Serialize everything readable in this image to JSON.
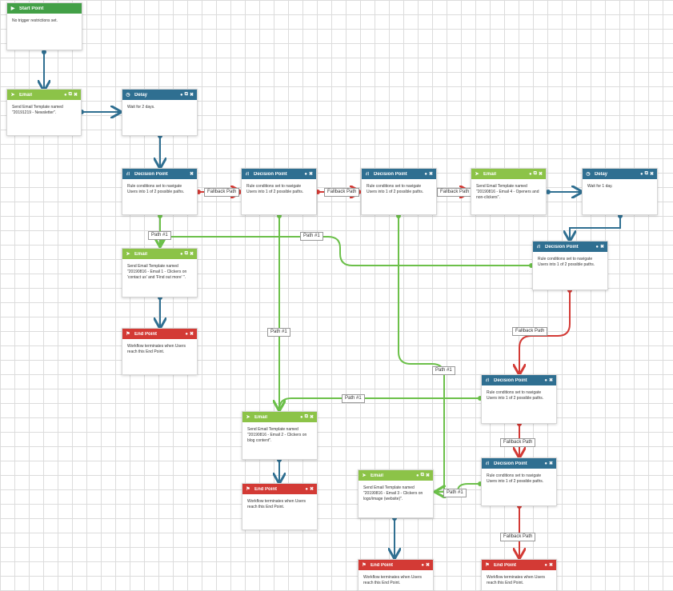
{
  "colors": {
    "email": "#8cc348",
    "delay": "#2f6f91",
    "decision": "#2f6f91",
    "end": "#d33a35",
    "start": "#43a047",
    "blue_wire": "#2f6f91",
    "green_wire": "#6cc04a",
    "red_wire": "#d33a35"
  },
  "nodes": {
    "start": {
      "title": "Start Point",
      "body": "No trigger restrictions set.",
      "icon": "play-icon"
    },
    "email1": {
      "title": "Email",
      "body": "Send Email Template named \"20191219 - Newsletter\".",
      "icon": "send-icon"
    },
    "delay1": {
      "title": "Delay",
      "body": "Wait for 2 days.",
      "icon": "clock-icon"
    },
    "dp1": {
      "title": "Decision Point",
      "body": "Rule conditions set to navigate Users into 1 of 2 possible paths.",
      "icon": "sitemap-icon"
    },
    "dp2": {
      "title": "Decision Point",
      "body": "Rule conditions set to navigate Users into 1 of 2 possible paths.",
      "icon": "sitemap-icon"
    },
    "dp3": {
      "title": "Decision Point",
      "body": "Rule conditions set to navigate Users into 1 of 2 possible paths.",
      "icon": "sitemap-icon"
    },
    "email4": {
      "title": "Email",
      "body": "Send Email Template named \"20190816 - Email 4 - Openers and non-clickers\".",
      "icon": "send-icon"
    },
    "delay2": {
      "title": "Delay",
      "body": "Wait for 1 day.",
      "icon": "clock-icon"
    },
    "emailA": {
      "title": "Email",
      "body": "Send Email Template named \"20190816 - Email 1 - Clickers on 'contact us' and 'Find out more' \".",
      "icon": "send-icon"
    },
    "dp4": {
      "title": "Decision Point",
      "body": "Rule conditions set to navigate Users into 1 of 2 possible paths.",
      "icon": "sitemap-icon"
    },
    "end1": {
      "title": "End Point",
      "body": "Workflow terminates when Users reach this End Point.",
      "icon": "flag-icon"
    },
    "dp5": {
      "title": "Decision Point",
      "body": "Rule conditions set to navigate Users into 1 of 2 possible paths.",
      "icon": "sitemap-icon"
    },
    "email2": {
      "title": "Email",
      "body": "Send Email Template named \"20190816 - Email 2 - Clickers on blog content\".",
      "icon": "send-icon"
    },
    "dp6": {
      "title": "Decision Point",
      "body": "Rule conditions set to navigate Users into 1 of 2 possible paths.",
      "icon": "sitemap-icon"
    },
    "email3": {
      "title": "Email",
      "body": "Send Email Template named \"20190816 - Email 3 - Clickers on logo/image (website)\".",
      "icon": "send-icon"
    },
    "end2": {
      "title": "End Point",
      "body": "Workflow terminates when Users reach this End Point.",
      "icon": "flag-icon"
    },
    "end3": {
      "title": "End Point",
      "body": "Workflow terminates when Users reach this End Point.",
      "icon": "flag-icon"
    },
    "end4": {
      "title": "End Point",
      "body": "Workflow terminates when Users reach this End Point.",
      "icon": "flag-icon"
    }
  },
  "labels": {
    "fallback": "Fallback Path",
    "path1": "Path #1"
  }
}
